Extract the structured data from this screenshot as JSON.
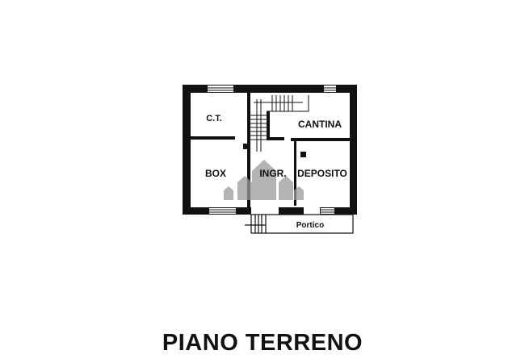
{
  "plan": {
    "title": "PIANO TERRENO",
    "rooms": [
      {
        "id": "ct",
        "label": "C.T."
      },
      {
        "id": "cantina",
        "label": "CANTINA"
      },
      {
        "id": "box",
        "label": "BOX"
      },
      {
        "id": "ingresso",
        "label": "INGR."
      },
      {
        "id": "deposito",
        "label": "DEPOSITO"
      },
      {
        "id": "portico",
        "label": "Portico"
      }
    ],
    "watermark": "house-logo-icon",
    "colors": {
      "wall": "#111111",
      "background": "#ffffff",
      "watermark": "#9a9a9a"
    }
  }
}
